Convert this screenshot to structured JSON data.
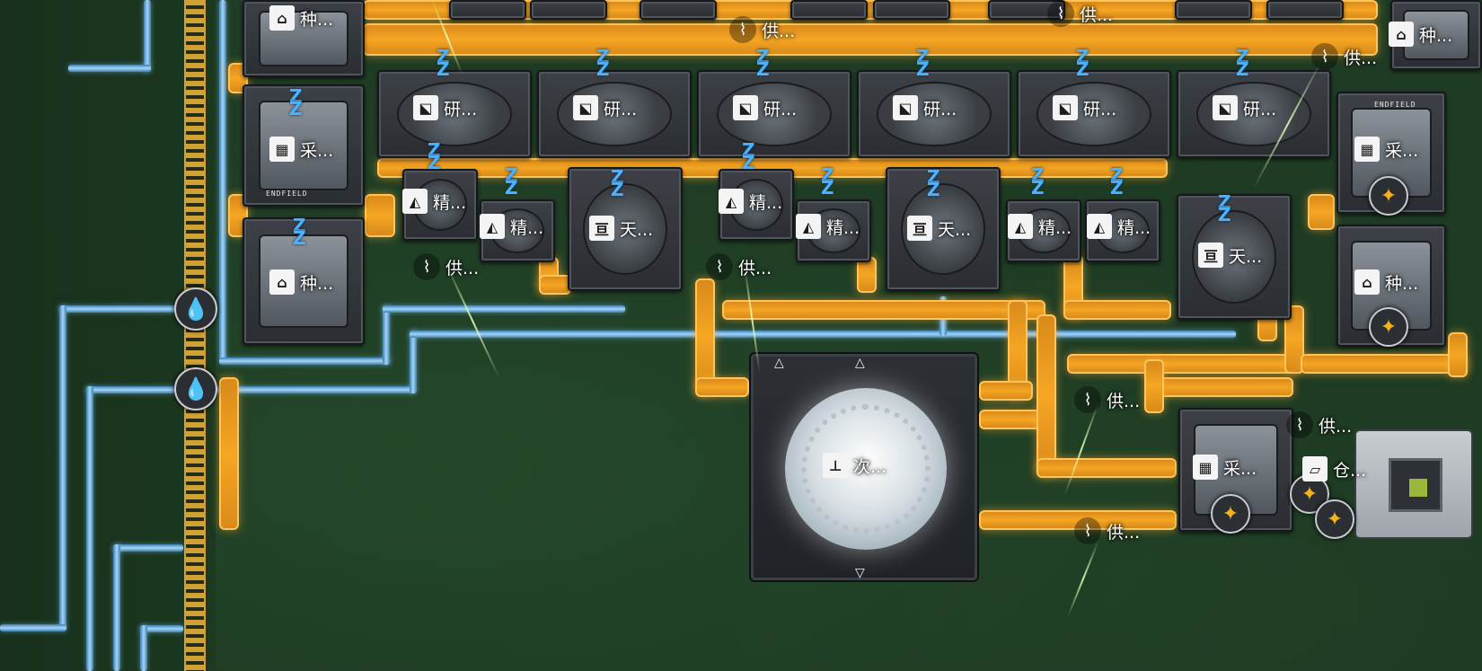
{
  "labels": {
    "plant": "种...",
    "harvest": "采...",
    "grind": "研...",
    "refine": "精...",
    "sky": "天...",
    "supply": "供...",
    "core": "次...",
    "depot": "仓..."
  },
  "brand": "ENDFIELD",
  "colors": {
    "belt": "#f5a623",
    "pipe": "#4ab3ff",
    "sleep": "#4ab3ff",
    "ground": "#1f3d24"
  },
  "icons": {
    "plant": "planter-icon",
    "harvest": "harvester-icon",
    "grind": "grinder-icon",
    "refine": "refiner-icon",
    "sky": "sky-furnace-icon",
    "supply": "power-pylon-icon",
    "core": "core-tower-icon",
    "depot": "depot-icon",
    "sleep": "sleep-zz-icon",
    "water": "water-drop-icon",
    "worker": "worker-drone-icon"
  }
}
